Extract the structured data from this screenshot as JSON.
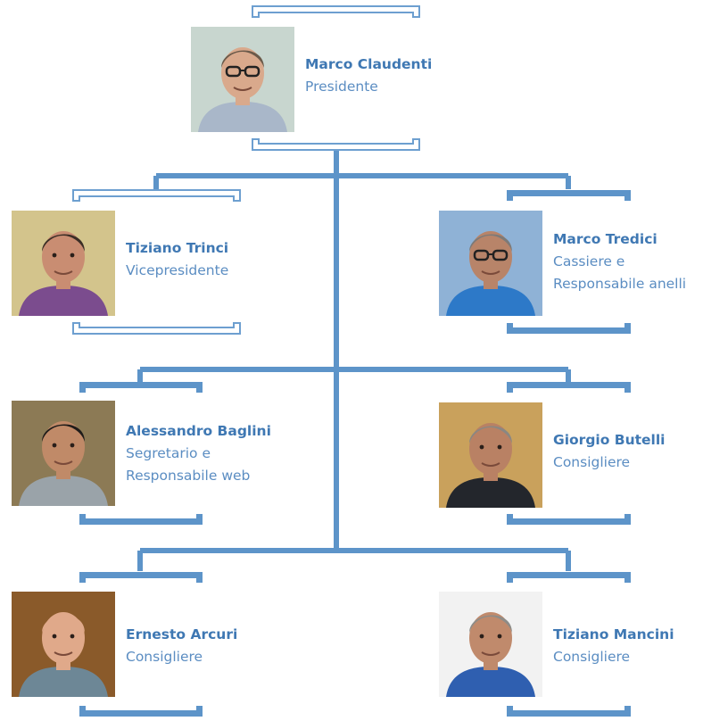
{
  "members": [
    {
      "id": "claudenti",
      "name": "Marco Claudenti",
      "role": [
        "Presidente"
      ],
      "skin": "#d9a98c",
      "bg": "#c8d6cf",
      "shirt": "#a9b7c9",
      "hair": "#6b5a4a",
      "glasses": true,
      "bracket": "light"
    },
    {
      "id": "trinci",
      "name": "Tiziano Trinci",
      "role": [
        "Vicepresidente"
      ],
      "skin": "#c98d72",
      "bg": "#d3c48c",
      "shirt": "#7b4c8e",
      "hair": "#3b2e26",
      "glasses": false,
      "bracket": "light"
    },
    {
      "id": "tredici",
      "name": "Marco Tredici",
      "role": [
        "Cassiere e",
        "Responsabile anelli"
      ],
      "skin": "#b88469",
      "bg": "#8fb2d6",
      "shirt": "#2d79c8",
      "hair": "#7d7a78",
      "glasses": true,
      "bracket": "solid"
    },
    {
      "id": "baglini",
      "name": "Alessandro Baglini",
      "role": [
        "Segretario e",
        "Responsabile web"
      ],
      "skin": "#c08a68",
      "bg": "#8c7a55",
      "shirt": "#9aa3a9",
      "hair": "#1f1c1a",
      "glasses": false,
      "bracket": "solid"
    },
    {
      "id": "butelli",
      "name": "Giorgio Butelli",
      "role": [
        "Consigliere"
      ],
      "skin": "#b98164",
      "bg": "#c9a15c",
      "shirt": "#23262c",
      "hair": "#8a8782",
      "glasses": false,
      "bracket": "solid"
    },
    {
      "id": "arcuri",
      "name": "Ernesto Arcuri",
      "role": [
        "Consigliere"
      ],
      "skin": "#e0a98a",
      "bg": "#8a5a2a",
      "shirt": "#6d8796",
      "hair": "#e0a98a",
      "glasses": false,
      "bracket": "solid"
    },
    {
      "id": "mancini",
      "name": "Tiziano Mancini",
      "role": [
        "Consigliere"
      ],
      "skin": "#c08a6c",
      "bg": "#f2f2f2",
      "shirt": "#2f5fb0",
      "hair": "#8e8c88",
      "glasses": false,
      "bracket": "solid"
    }
  ],
  "colors": {
    "line": "#5d94c9",
    "light_fill": "#ffffff",
    "light_stroke": "#6d9fd0"
  }
}
